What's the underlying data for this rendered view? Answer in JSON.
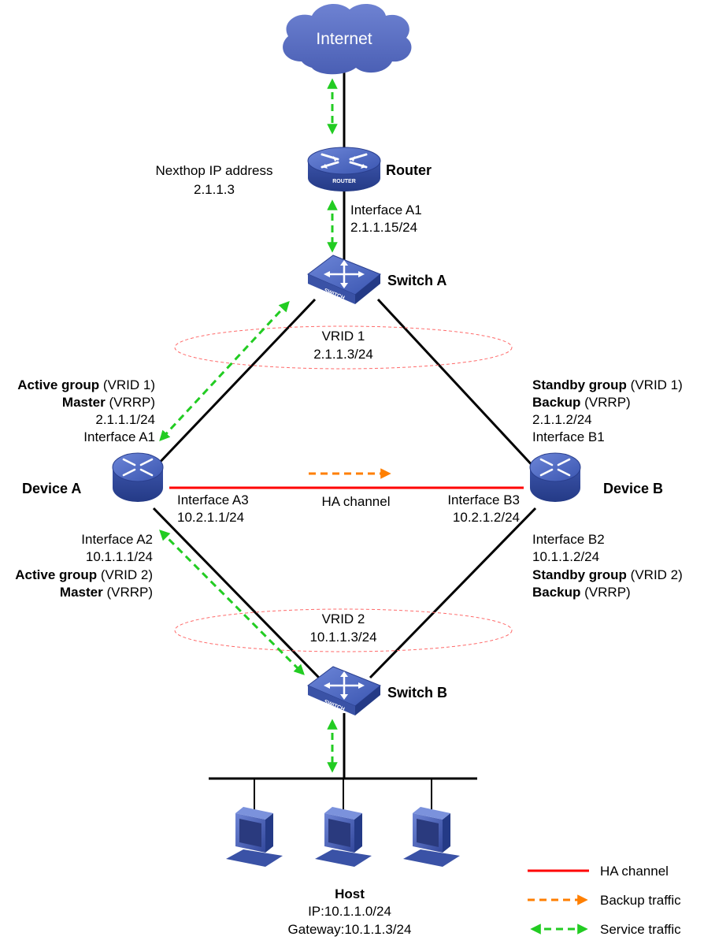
{
  "internet": {
    "label": "Internet"
  },
  "router": {
    "name": "Router",
    "badge": "ROUTER",
    "nexthop_label": "Nexthop IP address",
    "nexthop_ip": "2.1.1.3",
    "interface": "Interface A1",
    "interface_ip": "2.1.1.15/24"
  },
  "switch_a": {
    "name": "Switch A",
    "badge": "SWITCH"
  },
  "switch_b": {
    "name": "Switch B",
    "badge": "SWITCH"
  },
  "vrid1": {
    "name": "VRID 1",
    "ip": "2.1.1.3/24"
  },
  "vrid2": {
    "name": "VRID 2",
    "ip": "10.1.1.3/24"
  },
  "device_a": {
    "name": "Device A",
    "upper": {
      "group_bold": "Active group",
      "group_rest": " (VRID 1)",
      "role_bold": "Master",
      "role_rest": " (VRRP)",
      "ip": "2.1.1.1/24",
      "interface": "Interface A1"
    },
    "ha_interface": "Interface A3",
    "ha_ip": "10.2.1.1/24",
    "lower": {
      "interface": "Interface A2",
      "ip": "10.1.1.1/24",
      "group_bold": "Active group",
      "group_rest": " (VRID 2)",
      "role_bold": "Master",
      "role_rest": " (VRRP)"
    }
  },
  "device_b": {
    "name": "Device B",
    "upper": {
      "group_bold": "Standby group",
      "group_rest": " (VRID 1)",
      "role_bold": "Backup",
      "role_rest": " (VRRP)",
      "ip": "2.1.1.2/24",
      "interface": "Interface B1"
    },
    "ha_interface": "Interface B3",
    "ha_ip": "10.2.1.2/24",
    "lower": {
      "interface": "Interface B2",
      "ip": "10.1.1.2/24",
      "group_bold": "Standby group",
      "group_rest": " (VRID 2)",
      "role_bold": "Backup",
      "role_rest": " (VRRP)"
    }
  },
  "ha_channel": {
    "label": "HA channel"
  },
  "host": {
    "title": "Host",
    "ip": "IP:10.1.1.0/24",
    "gateway": "Gateway:10.1.1.3/24"
  },
  "legend": {
    "ha_channel": "HA channel",
    "backup_traffic": "Backup traffic",
    "service_traffic": "Service traffic"
  },
  "colors": {
    "ha_line": "#ff0000",
    "backup_arrow": "#ff7f00",
    "service_arrow": "#22cc22",
    "vrid_ellipse": "#ff6a6a",
    "device_blue": "#4a66c0",
    "cloud_blue": "#5d72c4"
  }
}
